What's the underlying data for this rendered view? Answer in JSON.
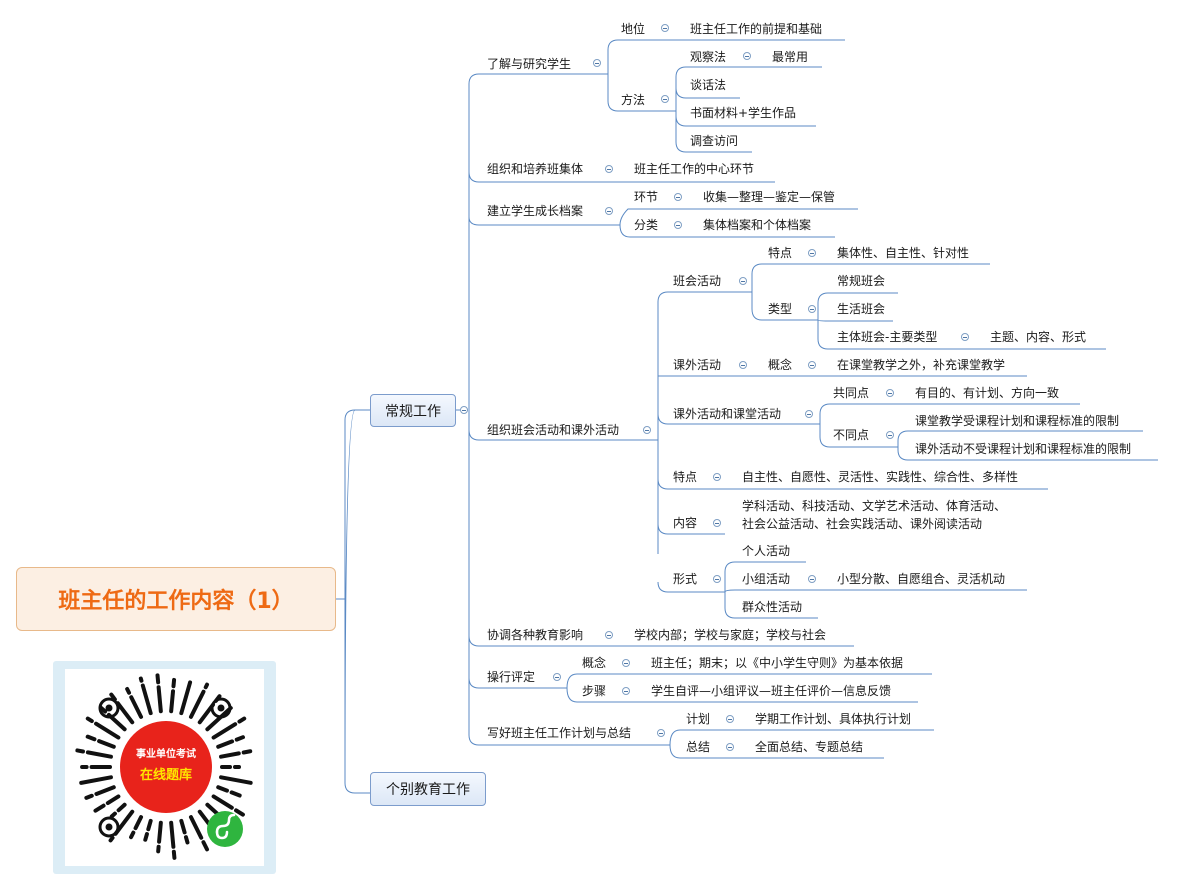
{
  "root": "班主任的工作内容（1）",
  "branches": {
    "routine": "常规工作",
    "individual": "个别教育工作"
  },
  "study": {
    "label": "了解与研究学生",
    "position_label": "地位",
    "position_value": "班主任工作的前提和基础",
    "methods_label": "方法",
    "observe": "观察法",
    "observe_note": "最常用",
    "talk": "谈话法",
    "written": "书面材料+学生作品",
    "survey": "调查访问"
  },
  "collective": {
    "label": "组织和培养班集体",
    "value": "班主任工作的中心环节"
  },
  "archive": {
    "label": "建立学生成长档案",
    "steps_label": "环节",
    "steps_value": "收集—整理—鉴定—保管",
    "types_label": "分类",
    "types_value": "集体档案和个体档案"
  },
  "activities": {
    "label": "组织班会活动和课外活动",
    "class_meeting": "班会活动",
    "cm_features_label": "特点",
    "cm_features_value": "集体性、自主性、针对性",
    "cm_types_label": "类型",
    "cm_type1": "常规班会",
    "cm_type2": "生活班会",
    "cm_type3": "主体班会-主要类型",
    "cm_type3_note": "主题、内容、形式",
    "extra": "课外活动",
    "extra_concept_label": "概念",
    "extra_concept_value": "在课堂教学之外，补充课堂教学",
    "compare": "课外活动和课堂活动",
    "common_label": "共同点",
    "common_value": "有目的、有计划、方向一致",
    "diff_label": "不同点",
    "diff1": "课堂教学受课程计划和课程标准的限制",
    "diff2": "课外活动不受课程计划和课程标准的限制",
    "features_label": "特点",
    "features_value": "自主性、自愿性、灵活性、实践性、综合性、多样性",
    "content_label": "内容",
    "content_value": "学科活动、科技活动、文学艺术活动、体育活动、\n社会公益活动、社会实践活动、课外阅读活动",
    "forms_label": "形式",
    "form1": "个人活动",
    "form2": "小组活动",
    "form2_note": "小型分散、自愿组合、灵活机动",
    "form3": "群众性活动"
  },
  "coordinate": {
    "label": "协调各种教育影响",
    "value": "学校内部；学校与家庭；学校与社会"
  },
  "conduct": {
    "label": "操行评定",
    "concept_label": "概念",
    "concept_value": "班主任；期末；以《中小学生守则》为基本依据",
    "steps_label": "步骤",
    "steps_value": "学生自评—小组评议—班主任评价—信息反馈"
  },
  "plan": {
    "label": "写好班主任工作计划与总结",
    "plan_label": "计划",
    "plan_value": "学期工作计划、具体执行计划",
    "summary_label": "总结",
    "summary_value": "全面总结、专题总结"
  },
  "qr": {
    "line1": "事业单位考试",
    "line2": "在线题库"
  },
  "colors": {
    "line": "#5b8ac4",
    "root_text": "#ee6a14",
    "qr_red": "#e8231b",
    "qr_text_yellow": "#ffe400",
    "wechat_green": "#2fb53f"
  }
}
